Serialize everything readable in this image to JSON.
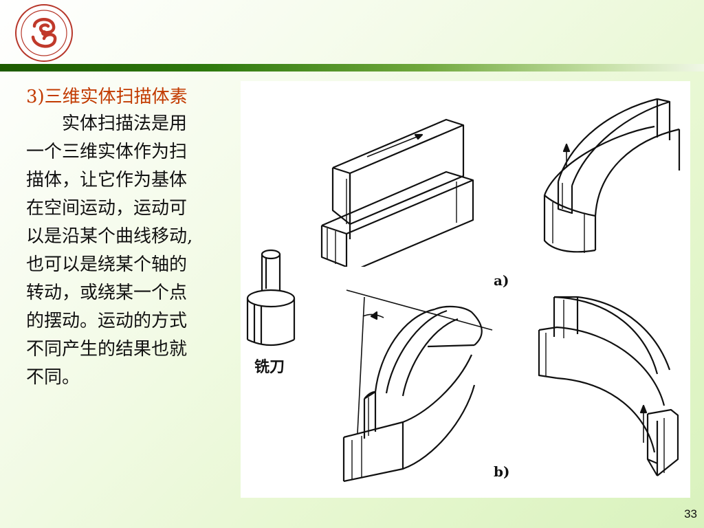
{
  "header": {
    "logo_icon": "university-seal-icon",
    "rule_colors": [
      "#1d5a00",
      "#6fa73c",
      "#f0f7e6"
    ]
  },
  "content": {
    "heading": "3)三维实体扫描体素",
    "heading_color": "#c23a00",
    "lines": [
      "实体扫描法是用",
      "一个三维实体作为扫",
      "描体，让它作为基体",
      "在空间运动，运动可",
      "以是沿某个曲线移动,",
      "也可以是绕某个轴的",
      "转动，或绕某一个点",
      "的摆动。运动的方式",
      "不同产生的结果也就",
      "不同。"
    ]
  },
  "figure": {
    "label_a": "a)",
    "label_b": "b)",
    "tool_label": "铣刀",
    "icons": [
      "milling-cutter-icon",
      "straight-sweep-icon",
      "curved-sweep-icon",
      "swing-sweep-icon",
      "curved-groove-icon"
    ]
  },
  "footer": {
    "page_number": "33"
  }
}
